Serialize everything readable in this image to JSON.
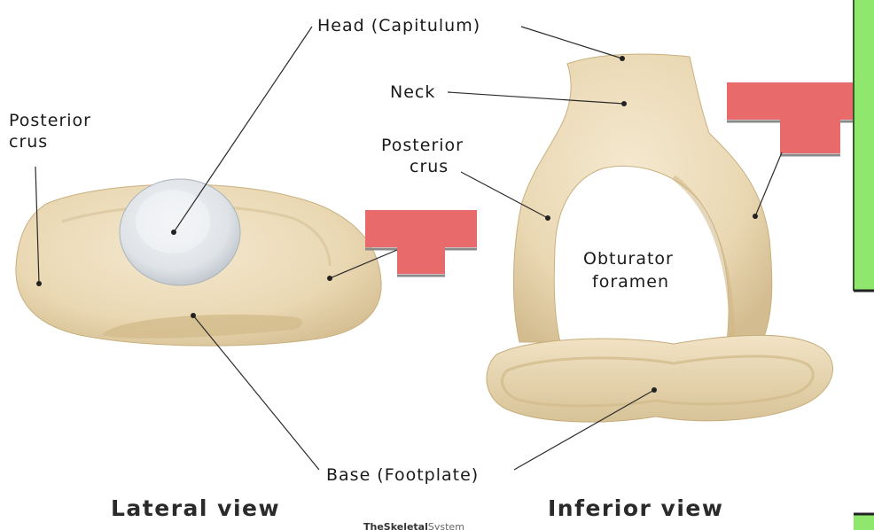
{
  "labels": {
    "head": "Head (Capitulum)",
    "neck": "Neck",
    "posterior_crus_left_1": "Posterior",
    "posterior_crus_left_2": "crus",
    "posterior_crus_right_1": "Posterior",
    "posterior_crus_right_2": "crus",
    "obturator_1": "Obturator",
    "obturator_2": "foramen",
    "base": "Base (Footplate)"
  },
  "views": {
    "lateral": "Lateral view",
    "inferior": "Inferior view"
  },
  "watermark": {
    "brand_bold": "TheSkeletal",
    "brand_light": "System"
  },
  "colors": {
    "bone": "#ecdcb9",
    "bone_shadow": "#d6c196",
    "head_cap": "#e6e9ec",
    "redaction": "#e86a6a",
    "green_bar": "#8fe86d"
  }
}
